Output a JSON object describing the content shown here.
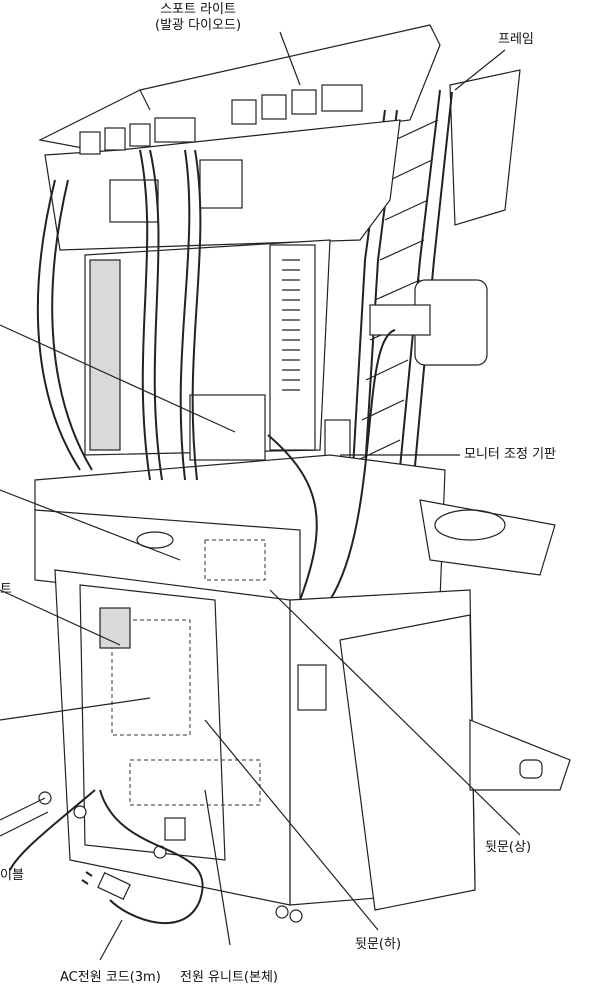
{
  "labels": {
    "spot_light_1": "스포트 라이트",
    "spot_light_2": "(발광 다이오드)",
    "frame": "프레임",
    "monitor_board": "모니터 조정 기판",
    "unit_partial": "트",
    "back_door_upper": "뒷문(상)",
    "cable_partial": "이블",
    "back_door_lower": "뒷문(하)",
    "ac_cord": "AC전원 코드(3m)",
    "power_unit": "전원 유니트(본체)"
  },
  "colors": {
    "line": "#222222",
    "panel": "#d9d9d9",
    "background": "#ffffff"
  }
}
